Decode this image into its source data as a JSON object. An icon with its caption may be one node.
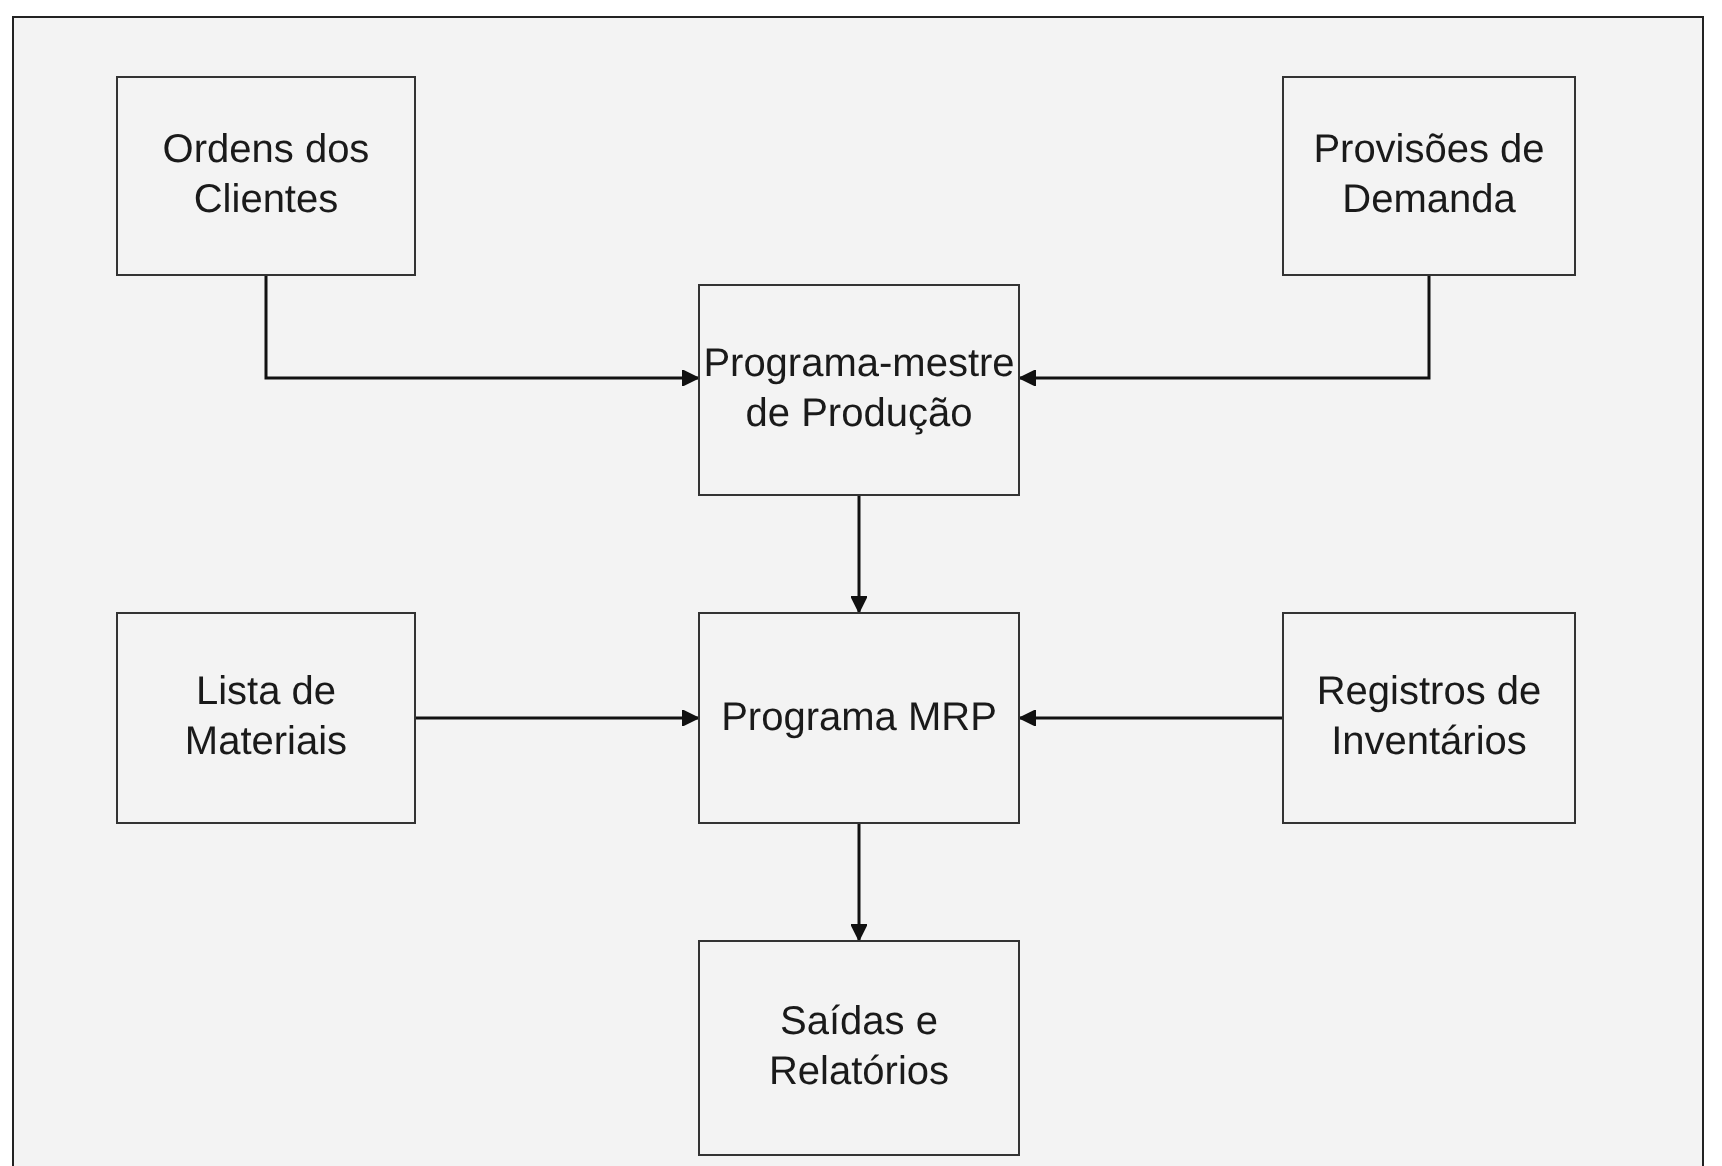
{
  "diagram": {
    "nodes": [
      {
        "text": [
          "Ordens dos Clientes"
        ]
      },
      {
        "text": [
          "Provisões de Demanda"
        ]
      },
      {
        "text": [
          "Programa-mestre de Produção"
        ]
      },
      {
        "text": [
          "Lista de Materiais"
        ]
      },
      {
        "text": [
          "Programa MRP"
        ]
      },
      {
        "text": [
          "Registros de Inventários"
        ]
      },
      {
        "text": [
          "Saídas e Relatórios"
        ]
      }
    ],
    "edges": [
      {
        "from": 0,
        "to": 2,
        "arrow": "to"
      },
      {
        "from": 1,
        "to": 2,
        "arrow": "to"
      },
      {
        "from": 2,
        "to": 4,
        "arrow": "to"
      },
      {
        "from": 3,
        "to": 4,
        "arrow": "to"
      },
      {
        "from": 5,
        "to": 4,
        "arrow": "to"
      },
      {
        "from": 4,
        "to": 6,
        "arrow": "to"
      }
    ]
  }
}
